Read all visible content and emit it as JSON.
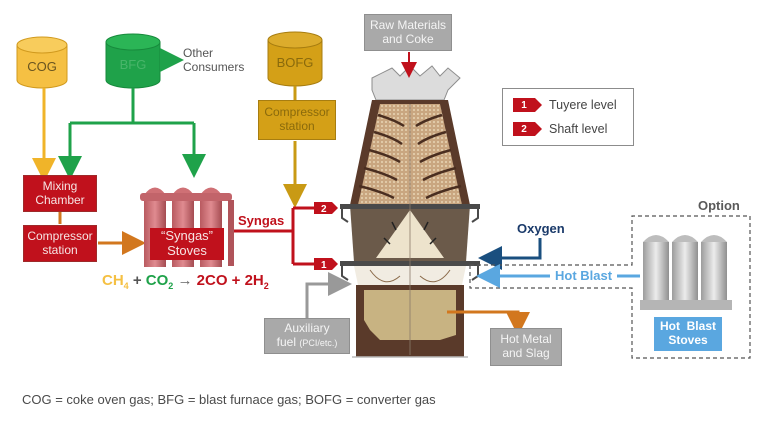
{
  "tanks": {
    "cog": "COG",
    "bfg": "BFG",
    "bofg": "BOFG"
  },
  "other_consumers": [
    "Other",
    "Consumers"
  ],
  "mixing_chamber": [
    "Mixing",
    "Chamber"
  ],
  "compressor_left": [
    "Compressor",
    "station"
  ],
  "compressor_bofg": [
    "Compressor",
    "station"
  ],
  "syngas_stoves": [
    "“Syngas”",
    "Stoves"
  ],
  "syngas_label": "Syngas",
  "equation": {
    "ch4": "CH",
    "ch4_sub": "4",
    "plus1": " + ",
    "co2": "CO",
    "co2_sub": "2",
    "arrow": " → ",
    "products": "2CO + 2H",
    "h2_sub": "2"
  },
  "raw_materials": [
    "Raw Materials",
    "and Coke"
  ],
  "legend": {
    "items": [
      {
        "num": "1",
        "label": "Tuyere level"
      },
      {
        "num": "2",
        "label": "Shaft level"
      }
    ]
  },
  "level_markers": {
    "tuyere": "1",
    "shaft": "2"
  },
  "oxygen_label": "Oxygen",
  "hot_blast_label": "Hot Blast",
  "option_label": "Option",
  "hot_blast_stoves": [
    "Hot  Blast",
    "Stoves"
  ],
  "auxiliary_fuel": {
    "line1": "Auxiliary",
    "line2_main": "fuel ",
    "line2_small": "(PCI/etc.)"
  },
  "hot_metal": [
    "Hot Metal",
    "and Slag"
  ],
  "footnote": "COG = coke oven gas; BFG = blast furnace gas; BOFG = converter gas",
  "colors": {
    "cog": "#f5c043",
    "bfg": "#1fa24a",
    "bofg": "#d4a017",
    "syngas_red": "#c0111c",
    "orange_flow": "#d2771e",
    "oxygen_blue": "#1a4f7f",
    "hot_blast_blue": "#5aa7e0",
    "gray": "#a9a9a9"
  }
}
